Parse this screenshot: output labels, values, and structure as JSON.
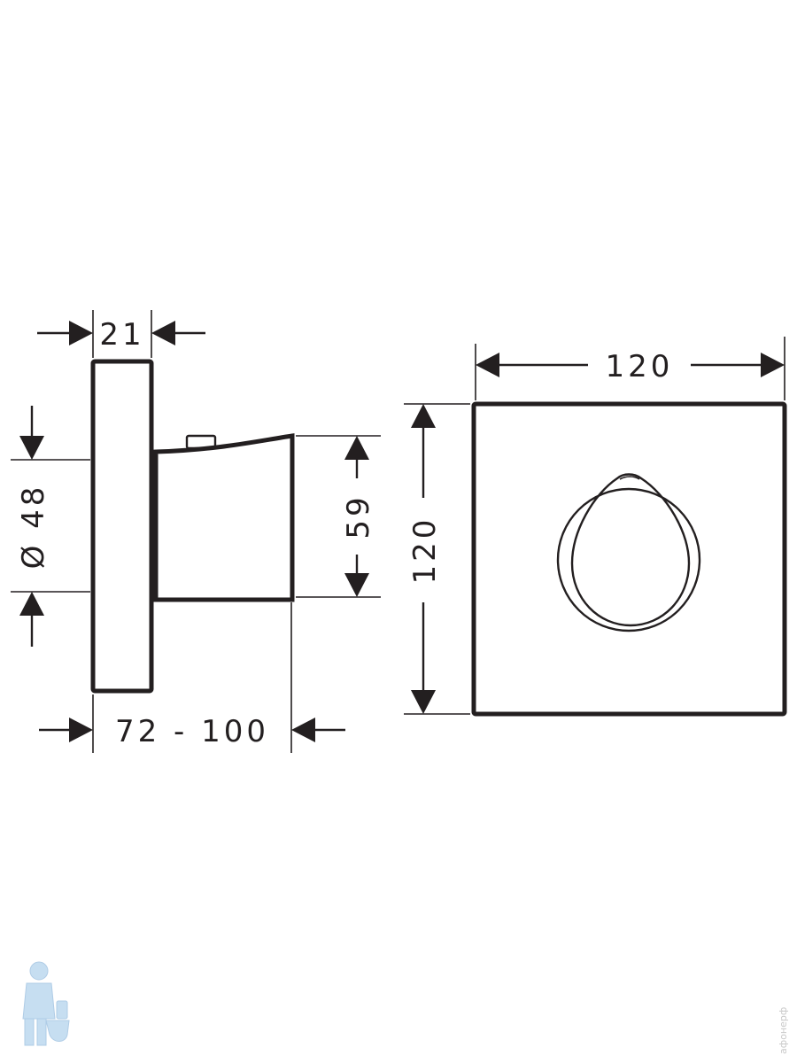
{
  "dimensions": {
    "top_width": "21",
    "diameter": "Ø 48",
    "height": "59",
    "depth": "72 - 100",
    "plate_width": "120",
    "plate_height": "120"
  },
  "watermark": {
    "text": "афонерф",
    "logo": "plumber-mascot-icon"
  }
}
